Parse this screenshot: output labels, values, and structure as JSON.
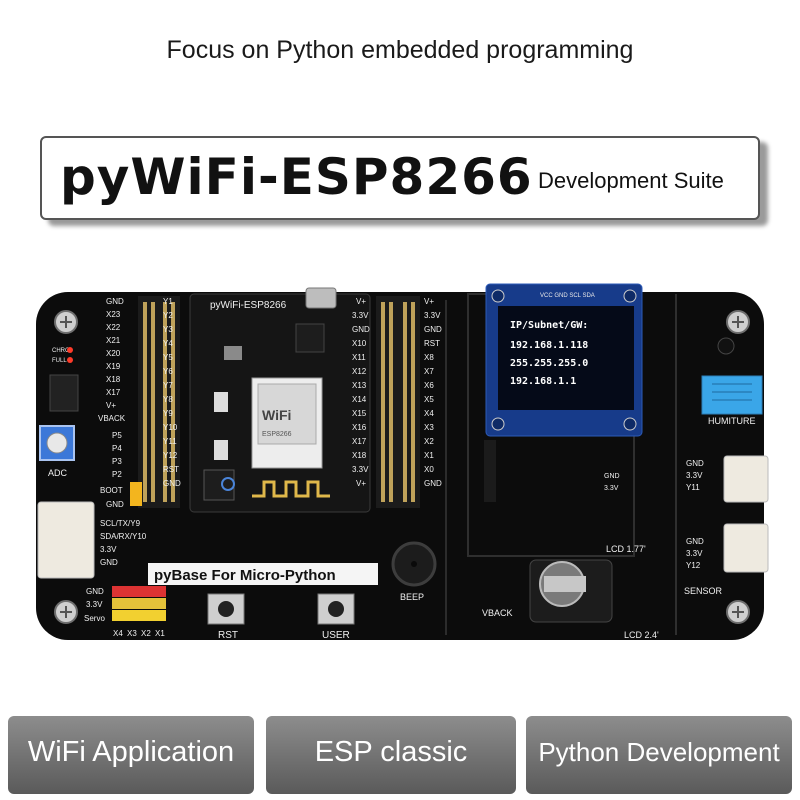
{
  "tagline": "Focus on Python embedded programming",
  "title": {
    "main": "pyWiFi-ESP8266",
    "sub": "Development Suite"
  },
  "board": {
    "module_label": "pyWiFi-ESP8266",
    "base_label": "pyBase For Micro-Python",
    "oled_lines": [
      "IP/Subnet/GW:",
      "192.168.1.118",
      "255.255.255.0",
      "192.168.1.1"
    ],
    "oled_pins": "VCC GND SCL SDA",
    "lcd_small": "LCD 1.77'",
    "lcd_large": "LCD 2.4'",
    "vback": "VBACK",
    "beep": "BEEP",
    "rst": "RST",
    "user": "USER",
    "adc": "ADC",
    "humiture": "HUMITURE",
    "sensor": "SENSOR",
    "boot": "BOOT",
    "servo": "Servo",
    "power_gnd": "GND",
    "power_33": "3.3V",
    "uart_lines": [
      "SCL/TX/Y9",
      "SDA/RX/Y10",
      "3.3V",
      "GND"
    ],
    "humiture_pins": [
      "GND",
      "3.3V",
      "Y11"
    ],
    "sensor_pins": [
      "GND",
      "3.3V",
      "Y12"
    ],
    "servo_pins": [
      "X4",
      "X3",
      "X2",
      "X1"
    ],
    "left_pins": [
      "GND",
      "X23",
      "X22",
      "X21",
      "X20",
      "X19",
      "X18",
      "X17",
      "V+",
      "VBACK",
      "P5",
      "P4",
      "P3",
      "P2",
      "BOOT",
      "GND"
    ],
    "right_pins": [
      "V+",
      "3.3V",
      "GND",
      "RST",
      "X8",
      "X7",
      "X6",
      "X5",
      "X4",
      "X3",
      "X2",
      "X1",
      "X0",
      "GND"
    ],
    "mid_pins_left": [
      "Y1",
      "Y2",
      "Y3",
      "Y4",
      "Y5",
      "Y6",
      "Y7",
      "Y8",
      "Y9",
      "Y10",
      "Y11",
      "Y12",
      "RST",
      "GND"
    ],
    "mid_pins_right": [
      "V+",
      "3.3V",
      "GND",
      "X10",
      "X11",
      "X12",
      "X13",
      "X14",
      "X15",
      "X16",
      "X17",
      "X18",
      "3.3V",
      "V+"
    ],
    "lcd_pins": [
      "GND",
      "3.3V"
    ],
    "wifi_label": "WiFi",
    "chip_model": "ESP8266",
    "chrg": "CHRG",
    "full": "FULL"
  },
  "buttons": [
    "WiFi Application",
    "ESP classic",
    "Python Development"
  ]
}
